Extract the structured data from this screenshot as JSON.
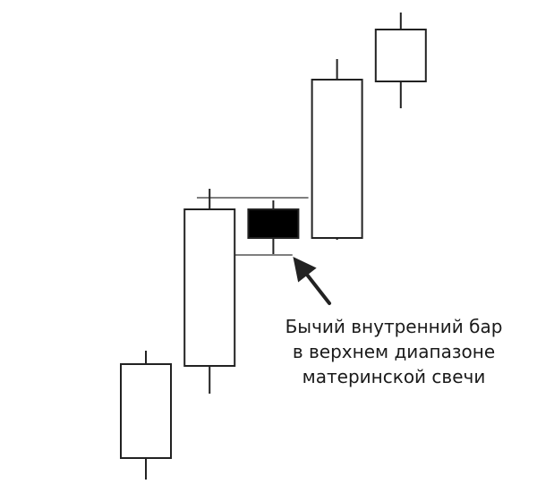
{
  "chart_data": {
    "type": "candlestick",
    "title": "",
    "xlabel": "",
    "ylabel": "",
    "axes_visible": false,
    "grid": false,
    "ylim": [
      0,
      520
    ],
    "candles": [
      {
        "index": 1,
        "open": 29,
        "close": 134,
        "high": 149,
        "low": 5,
        "direction": "bullish",
        "fill": "#ffffff"
      },
      {
        "index": 2,
        "open": 132,
        "close": 307,
        "high": 330,
        "low": 101,
        "direction": "bullish",
        "fill": "#ffffff"
      },
      {
        "index": 3,
        "open": 275,
        "close": 307,
        "high": 317,
        "low": 257,
        "direction": "bullish",
        "fill": "#000000"
      },
      {
        "index": 4,
        "open": 275,
        "close": 452,
        "high": 475,
        "low": 273,
        "direction": "bullish",
        "fill": "#ffffff"
      },
      {
        "index": 5,
        "open": 450,
        "close": 508,
        "high": 527,
        "low": 420,
        "direction": "bullish",
        "fill": "#ffffff"
      }
    ],
    "reference_lines": [
      {
        "y": 320,
        "x_from_candle": 1.8,
        "x_to_candle": 3.55
      },
      {
        "y": 256,
        "x_from_candle": 1.8,
        "x_to_candle": 3.3
      }
    ],
    "annotations": [
      {
        "lines": [
          "Бычий внутренний бар",
          "в верхнем диапазоне",
          "материнской свечи"
        ],
        "points_to_candle": 3
      }
    ]
  }
}
